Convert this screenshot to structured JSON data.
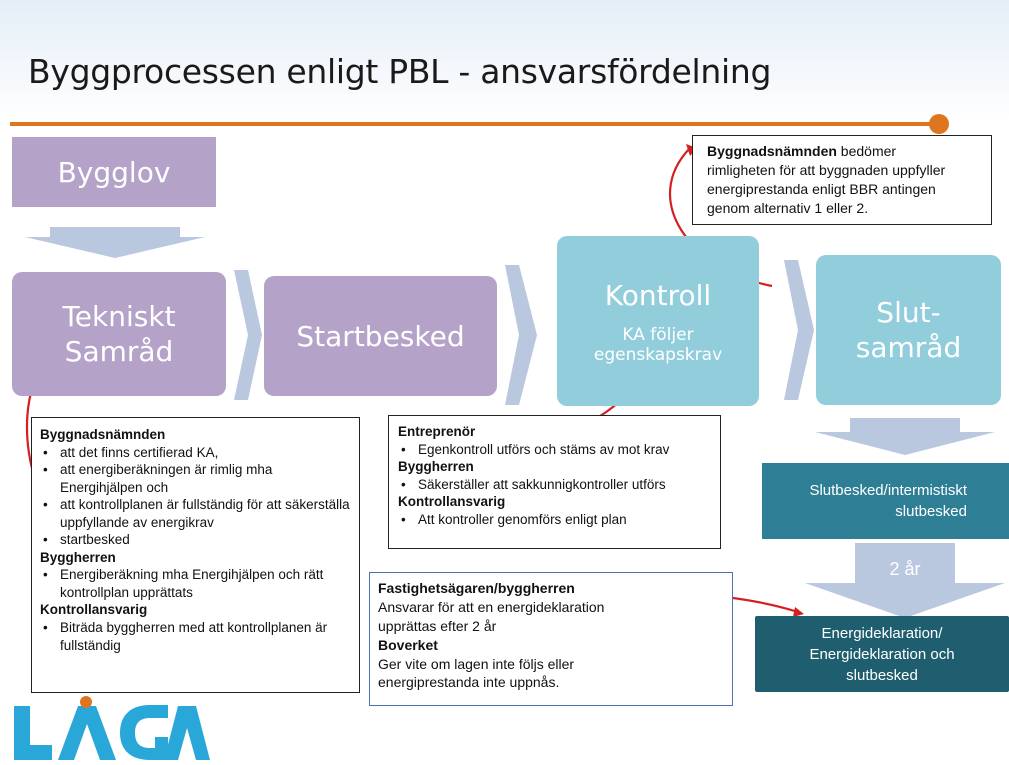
{
  "title": "Byggprocessen enligt PBL - ansvarsfördelning",
  "boxes": {
    "bygglov": "Bygglov",
    "tekniskt_line1": "Tekniskt",
    "tekniskt_line2": "Samråd",
    "startbesked": "Startbesked",
    "kontroll": "Kontroll",
    "kontroll_sub1": "KA följer",
    "kontroll_sub2": "egenskapskrav",
    "slut_line1": "Slut-",
    "slut_line2": "samråd",
    "slutbesked_line1": "Slutbesked/intermistiskt",
    "slutbesked_line2": "slutbesked",
    "two_years": "2 år",
    "energi_line1": "Energideklaration/",
    "energi_line2": "Energideklaration och",
    "energi_line3": "slutbesked"
  },
  "callout_top": {
    "bold": "Byggnadsnämnden",
    "rest1": " bedömer",
    "line2": "rimligheten för att byggnaden uppfyller",
    "line3": "energiprestanda enligt BBR antingen",
    "line4": "genom alternativ 1 eller 2."
  },
  "left_box": {
    "h1": "Byggnadsnämnden",
    "items1": [
      "att det finns certifierad KA,",
      "att energiberäkningen är rimlig mha Energihjälpen och",
      "att kontrollplanen är fullständig för att säkerställa uppfyllande av energikrav",
      "startbesked"
    ],
    "h2": "Byggherren",
    "items2": [
      "Energiberäkning mha Energihjälpen och rätt kontrollplan upprättats"
    ],
    "h3": "Kontrollansvarig",
    "items3": [
      "Biträda byggherren med att kontrollplanen är fullständig"
    ]
  },
  "mid_box": {
    "h1": "Entreprenör",
    "item1": "Egenkontroll utförs och stäms av mot krav",
    "h2": "Byggherren",
    "item2": "Säkerställer att sakkunnigkontroller utförs",
    "h3": "Kontrollansvarig",
    "item3": "Att kontroller genomförs enligt plan"
  },
  "owner_box": {
    "h1": "Fastighetsägaren/byggherren",
    "t1a": "Ansvarar för att en energideklaration",
    "t1b": "upprättas efter 2 år",
    "h2": "Boverket",
    "t2a": "Ger vite om lagen inte följs eller",
    "t2b": "energiprestanda inte uppnås."
  },
  "colors": {
    "accent_orange": "#e0751f",
    "purple": "#b4a2c8",
    "teal": "#92cddc",
    "dark_teal": "#2e7f95",
    "darker_teal": "#1f5e6e",
    "arrow_red": "#d42020"
  }
}
